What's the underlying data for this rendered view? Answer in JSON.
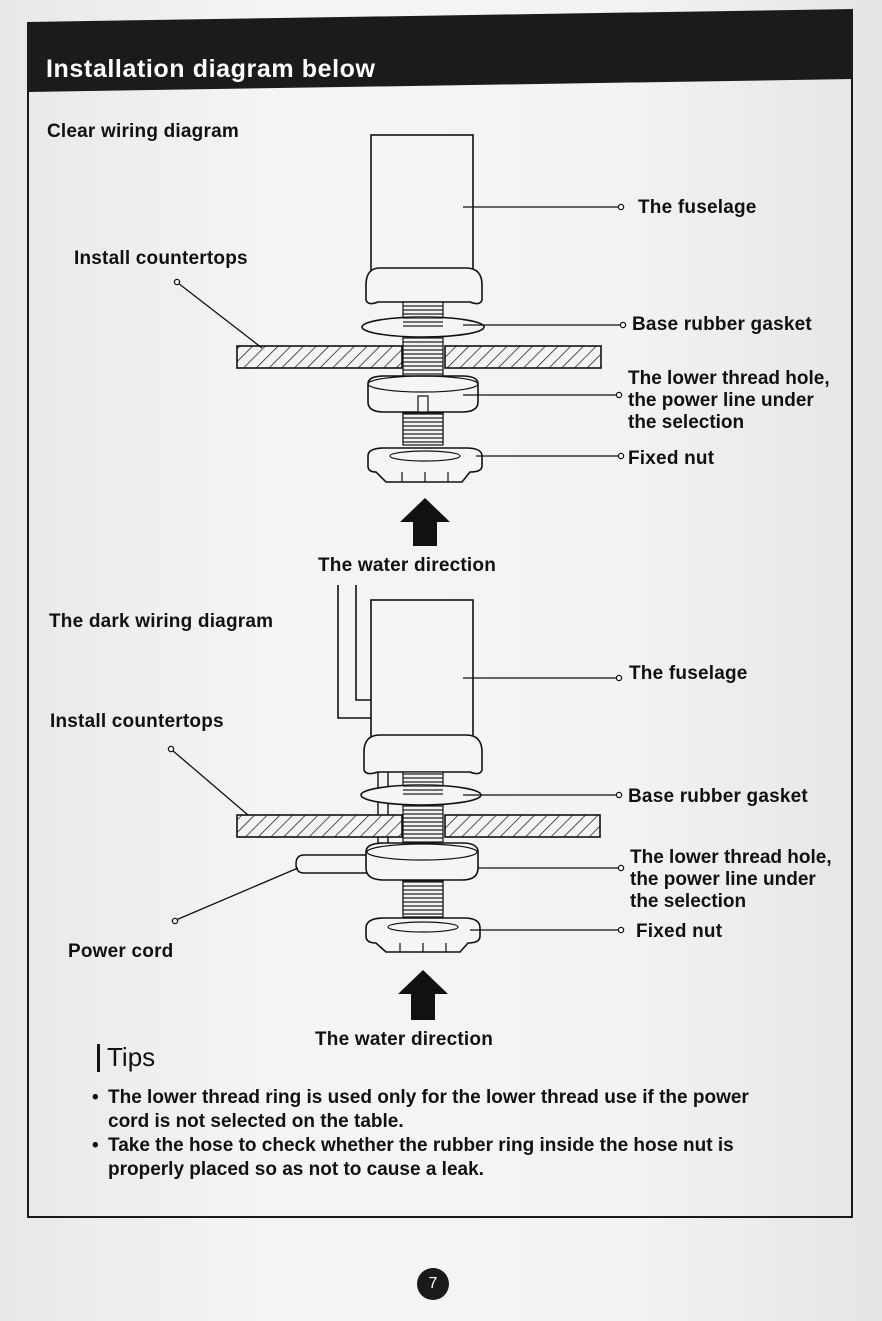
{
  "header": {
    "title": "Installation diagram below"
  },
  "clear": {
    "title": "Clear wiring diagram",
    "fuselage": "The fuselage",
    "countertops": "Install countertops",
    "gasket": "Base rubber gasket",
    "thread_lines": [
      "The lower thread hole,",
      "the power line under",
      "the selection"
    ],
    "nut": "Fixed nut",
    "water": "The water direction"
  },
  "dark": {
    "title": "The dark wiring diagram",
    "fuselage": "The fuselage",
    "countertops": "Install countertops",
    "gasket": "Base rubber gasket",
    "thread_lines": [
      "The lower thread hole,",
      "the power line under",
      "the selection"
    ],
    "nut": "Fixed nut",
    "power": "Power cord",
    "water": "The water direction"
  },
  "tips": {
    "title": "Tips",
    "items": [
      "The lower thread ring is used only for the lower thread use if the power cord is not selected on the table.",
      "Take the hose to check whether the rubber ring inside the hose nut is properly placed so as not to cause a leak."
    ]
  },
  "page_number": "7"
}
